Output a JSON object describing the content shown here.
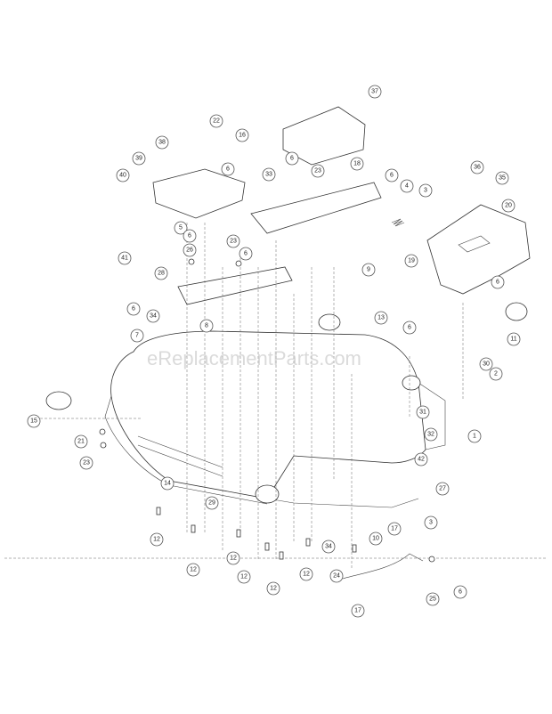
{
  "watermark": "eReplacementParts.com",
  "callouts": [
    "37",
    "22",
    "16",
    "38",
    "39",
    "6",
    "33",
    "6",
    "23",
    "18",
    "6",
    "4",
    "3",
    "36",
    "35",
    "20",
    "40",
    "5",
    "41",
    "6",
    "26",
    "23",
    "6",
    "9",
    "19",
    "28",
    "6",
    "34",
    "8",
    "13",
    "6",
    "6",
    "7",
    "11",
    "2",
    "30",
    "15",
    "21",
    "23",
    "14",
    "29",
    "31",
    "32",
    "1",
    "42",
    "27",
    "3",
    "12",
    "12",
    "12",
    "12",
    "12",
    "34",
    "10",
    "17",
    "12",
    "24",
    "17",
    "25",
    "6"
  ]
}
